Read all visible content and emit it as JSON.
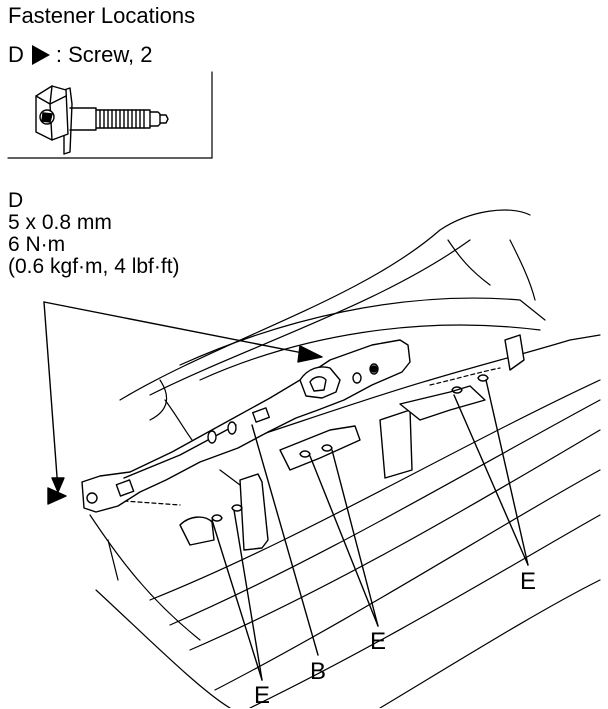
{
  "header": {
    "title": "Fastener Locations"
  },
  "legend": {
    "code": "D",
    "symbol": "triangle-pointer-icon",
    "text": ": Screw, 2"
  },
  "spec": {
    "code": "D",
    "size": "5 x 0.8 mm",
    "torque_nm": "6 N·m",
    "torque_alt": "(0.6 kgf·m, 4 lbf·ft)"
  },
  "callouts": {
    "b": "B",
    "e_bottom": "E",
    "e_middle": "E",
    "e_right": "E"
  },
  "colors": {
    "ink": "#000000",
    "paper": "#ffffff"
  }
}
